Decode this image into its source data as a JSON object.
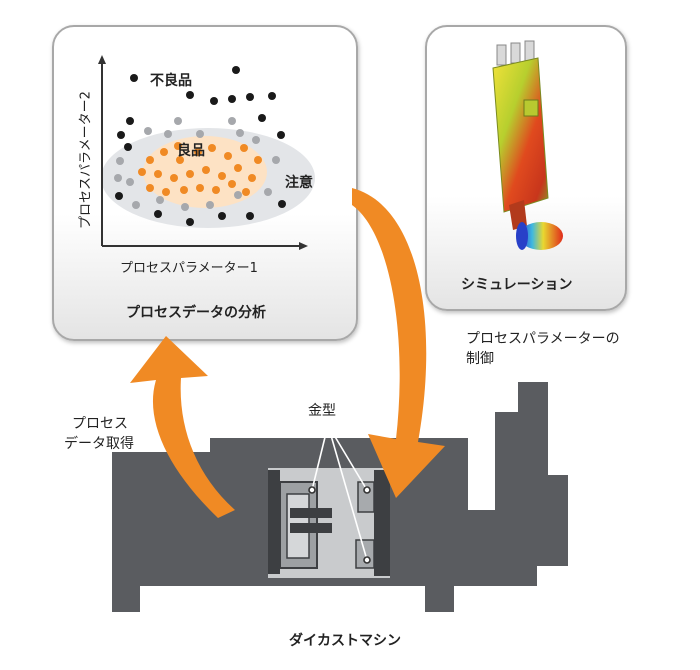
{
  "analysis": {
    "title": "プロセスデータの分析",
    "x_label": "プロセスパラメーター1",
    "y_label": "プロセスパラメーター2",
    "label_defective": "不良品",
    "label_good": "良品",
    "label_caution": "注意"
  },
  "simulation": {
    "title": "シミュレーション"
  },
  "flow": {
    "control_label_line1": "プロセスパラメーターの",
    "control_label_line2": "制御",
    "acquire_label_line1": "プロセス",
    "acquire_label_line2": "データ取得"
  },
  "machine": {
    "title": "ダイカストマシン",
    "mold_label": "金型"
  },
  "colors": {
    "arrow": "#f08a24",
    "machine": "#5a5c60",
    "good_zone": "#fde2c4",
    "caution_zone": "#e3e5e8",
    "dot_good": "#f08a24",
    "dot_caution": "#a6a8ac",
    "dot_defective": "#1a1a1a"
  }
}
